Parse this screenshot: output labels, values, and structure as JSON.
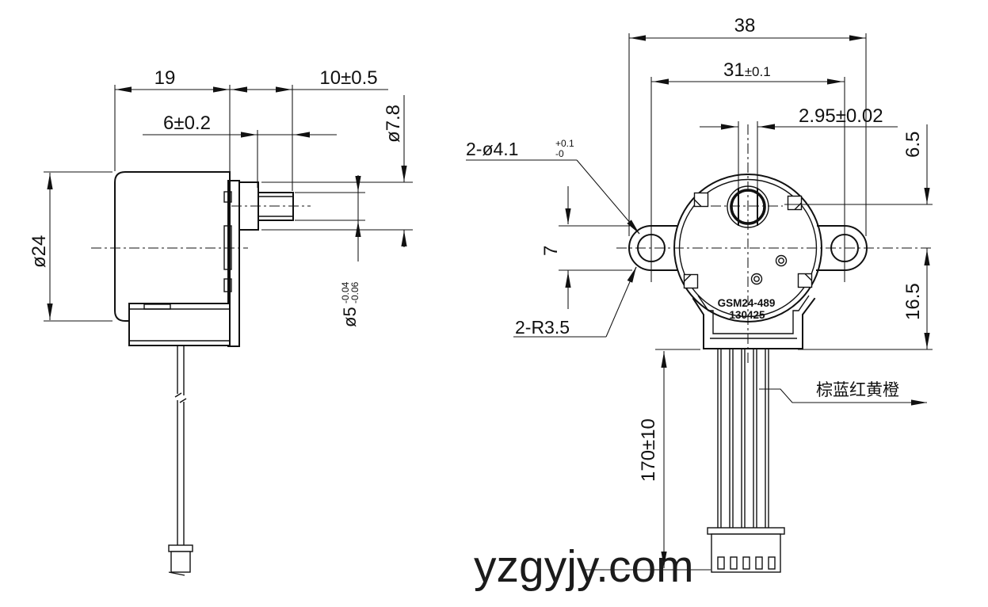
{
  "drawing": {
    "watermark": "yzgyjy.com",
    "side_view": {
      "dim_body_length": "19",
      "dim_shaft_length": "10±0.5",
      "dim_thread_length": "6±0.2",
      "dim_boss_dia": "ø7.8",
      "dim_body_dia": "ø24",
      "dim_shaft_dia": "ø5",
      "shaft_dia_tol_upper": "-0.04",
      "shaft_dia_tol_lower": "-0.06"
    },
    "front_view": {
      "dim_overall_width": "38",
      "dim_hole_spacing": "31",
      "hole_spacing_tol": "±0.1",
      "dim_shaft_flat": "2.95±0.02",
      "dim_shaft_offset": "6.5",
      "dim_ear_height": "7",
      "dim_lower_height": "16.5",
      "dim_lead_length": "170±10",
      "label_mount_holes": "2-ø4.1",
      "mount_holes_tol_upper": "+0.1",
      "mount_holes_tol_lower": "-0",
      "label_ear_radius": "2-R3.5",
      "label_model": "GSM24-489",
      "label_date_code": "130425",
      "label_wire_colors": "棕蓝红黄橙"
    }
  }
}
